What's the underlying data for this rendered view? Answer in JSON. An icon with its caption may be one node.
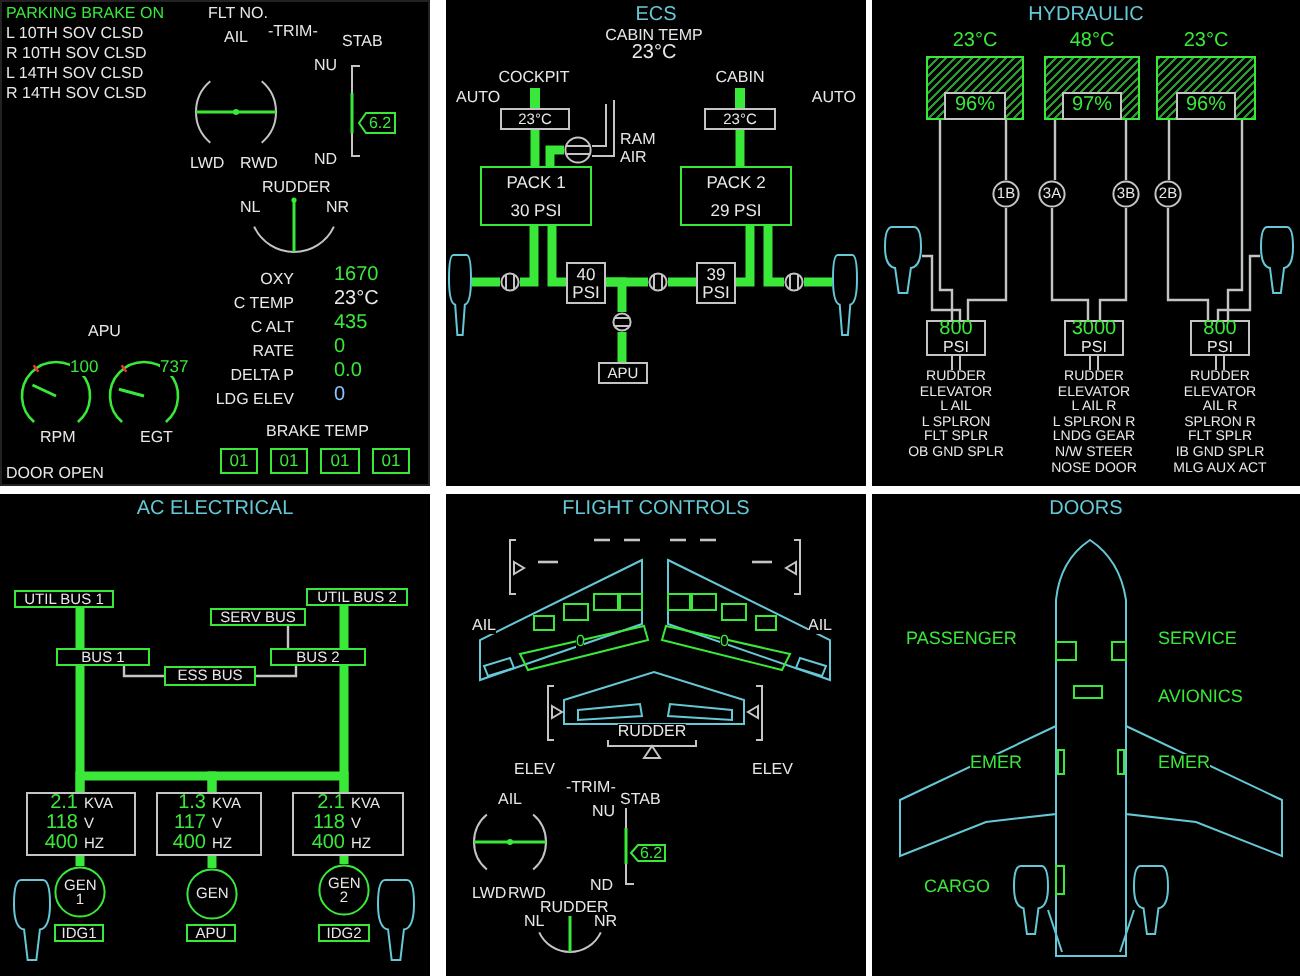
{
  "diagram": {
    "nodes": [
      {
        "text": [],
        "shape": "box"
      },
      {
        "text": [
          "01"
        ],
        "in": 0
      },
      {
        "text": [
          "01"
        ],
        "in": 0
      },
      {
        "text": [
          "01"
        ],
        "in": 0
      },
      {
        "text": [
          "01"
        ],
        "in": 0
      },
      {
        "text": [
          "6.2"
        ],
        "in": 0
      },
      {
        "text": [
          "ECS"
        ]
      },
      {
        "text": [
          "23°C"
        ],
        "in": 6
      },
      {
        "text": [
          "23°C"
        ],
        "in": 6
      },
      {
        "text": [],
        "shape": "circle",
        "in": 6
      },
      {
        "text": [
          "PACK 1",
          "30 PSI"
        ],
        "in": 6
      },
      {
        "text": [
          "PACK 2",
          "29 PSI"
        ],
        "in": 6
      },
      {
        "text": [],
        "shape": "picture",
        "in": 6
      },
      {
        "text": [],
        "shape": "circle",
        "in": 6
      },
      {
        "text": [
          "40 PSI"
        ],
        "in": 6
      },
      {
        "text": [],
        "shape": "circle",
        "in": 6
      },
      {
        "text": [
          "39 PSI"
        ],
        "in": 6
      },
      {
        "text": [],
        "shape": "circle",
        "in": 6
      },
      {
        "text": [],
        "shape": "picture",
        "in": 6
      },
      {
        "text": [],
        "shape": "circle",
        "in": 6
      },
      {
        "text": [
          "APU"
        ],
        "in": 6
      },
      {
        "text": [
          "HYDRAULIC"
        ]
      },
      {
        "text": [
          "96%"
        ],
        "beside": [
          "23°C"
        ],
        "in": 21
      },
      {
        "text": [
          "97%"
        ],
        "beside": [
          "48°C"
        ],
        "in": 21
      },
      {
        "text": [
          "96%"
        ],
        "beside": [
          "23°C"
        ],
        "in": 21
      },
      {
        "text": [
          "1B"
        ],
        "in": 21
      },
      {
        "text": [
          "3A"
        ],
        "in": 21
      },
      {
        "text": [
          "3B"
        ],
        "in": 21
      },
      {
        "text": [
          "2B"
        ],
        "in": 21
      },
      {
        "text": [],
        "shape": "picture",
        "in": 21
      },
      {
        "text": [],
        "shape": "picture",
        "in": 21
      },
      {
        "text": [
          "800",
          "PSI"
        ],
        "in": 21
      },
      {
        "text": [
          "3000",
          "PSI"
        ],
        "in": 21
      },
      {
        "text": [
          "800",
          "PSI"
        ],
        "in": 21
      },
      {
        "text": [
          "AC ELECTRICAL"
        ]
      },
      {
        "text": [
          "UTIL BUS 1"
        ],
        "in": 34
      },
      {
        "text": [
          "UTIL BUS 2"
        ],
        "in": 34
      },
      {
        "text": [
          "SERV BUS"
        ],
        "in": 34
      },
      {
        "text": [
          "BUS 1"
        ],
        "in": 34
      },
      {
        "text": [
          "BUS 2"
        ],
        "in": 34
      },
      {
        "text": [
          "ESS BUS"
        ],
        "in": 34
      },
      {
        "text": [
          "2.1",
          "KVA",
          "118",
          "V",
          "400",
          "HZ"
        ],
        "in": 34
      },
      {
        "text": [
          "1.3",
          "KVA",
          "117",
          "V",
          "400",
          "HZ"
        ],
        "in": 34
      },
      {
        "text": [
          "2.1",
          "KVA",
          "118",
          "V",
          "400",
          "HZ"
        ],
        "in": 34
      },
      {
        "text": [
          "GEN 1"
        ],
        "in": 34
      },
      {
        "text": [
          "GEN"
        ],
        "in": 34
      },
      {
        "text": [
          "GEN 2"
        ],
        "in": 34
      },
      {
        "text": [
          "IDG1"
        ],
        "in": 34
      },
      {
        "text": [
          "APU"
        ],
        "in": 34
      },
      {
        "text": [
          "IDG2"
        ],
        "in": 34
      },
      {
        "text": [
          "FLIGHT CONTROLS"
        ]
      },
      {
        "text": [
          "6.2"
        ],
        "in": 50
      },
      {
        "text": [
          "DOORS"
        ]
      }
    ],
    "edges": [
      {
        "from": 12,
        "to": 13,
        "arrow": "none"
      },
      {
        "from": 13,
        "to": 10,
        "arrow": "none"
      },
      {
        "from": 10,
        "to": 14,
        "arrow": "none"
      },
      {
        "from": 14,
        "to": 15,
        "arrow": "none"
      },
      {
        "from": 15,
        "to": 16,
        "arrow": "none"
      },
      {
        "from": 16,
        "to": 11,
        "arrow": "none"
      },
      {
        "from": 11,
        "to": 17,
        "arrow": "none"
      },
      {
        "from": 17,
        "to": 18,
        "arrow": "none"
      },
      {
        "from": 19,
        "to": 14,
        "arrow": "none"
      },
      {
        "from": 19,
        "to": 20,
        "arrow": "none"
      },
      {
        "from": 7,
        "to": 10,
        "arrow": "none"
      },
      {
        "from": 9,
        "to": 10,
        "arrow": "none"
      },
      {
        "from": 8,
        "to": 11,
        "arrow": "none"
      },
      {
        "from": 22,
        "to": 31,
        "arrow": "none",
        "color": "#c4c4c4"
      },
      {
        "from": 22,
        "to": 25,
        "arrow": "none",
        "color": "#c4c4c4"
      },
      {
        "from": 25,
        "to": 31,
        "arrow": "none",
        "color": "#c4c4c4"
      },
      {
        "from": 29,
        "to": 31,
        "arrow": "none",
        "color": "#c4c4c4"
      },
      {
        "from": 23,
        "to": 26,
        "arrow": "none",
        "color": "#c4c4c4"
      },
      {
        "from": 26,
        "to": 32,
        "arrow": "none",
        "color": "#c4c4c4"
      },
      {
        "from": 23,
        "to": 27,
        "arrow": "none",
        "color": "#c4c4c4"
      },
      {
        "from": 27,
        "to": 32,
        "arrow": "none",
        "color": "#c4c4c4"
      },
      {
        "from": 24,
        "to": 28,
        "arrow": "none",
        "color": "#c4c4c4"
      },
      {
        "from": 28,
        "to": 33,
        "arrow": "none",
        "color": "#c4c4c4"
      },
      {
        "from": 24,
        "to": 33,
        "arrow": "none",
        "color": "#c4c4c4"
      },
      {
        "from": 30,
        "to": 33,
        "arrow": "none",
        "color": "#c4c4c4"
      },
      {
        "from": 35,
        "to": 38,
        "arrow": "none"
      },
      {
        "from": 38,
        "to": 41,
        "arrow": "none"
      },
      {
        "from": 36,
        "to": 39,
        "arrow": "none"
      },
      {
        "from": 39,
        "to": 43,
        "arrow": "none"
      },
      {
        "from": 42,
        "to": 41,
        "arrow": "none"
      },
      {
        "from": 42,
        "to": 43,
        "arrow": "none"
      },
      {
        "from": 41,
        "to": 44,
        "arrow": "none"
      },
      {
        "from": 42,
        "to": 45,
        "arrow": "none"
      },
      {
        "from": 43,
        "to": 46,
        "arrow": "none"
      },
      {
        "from": 38,
        "to": 40,
        "arrow": "none",
        "color": "#c4c4c4"
      },
      {
        "from": 39,
        "to": 40,
        "arrow": "none",
        "color": "#c4c4c4"
      },
      {
        "from": 37,
        "to": 39,
        "arrow": "none",
        "color": "#c4c4c4"
      }
    ],
    "labels": [
      "PARKING BRAKE ON",
      "L 10TH SOV CLSD",
      "R 10TH SOV CLSD",
      "L 14TH SOV CLSD",
      "R 14TH SOV CLSD",
      "FLT NO.",
      "AIL",
      "-TRIM-",
      "STAB",
      "NU",
      "LWD",
      "RWD",
      "ND",
      "RUDDER",
      "NL",
      "NR",
      "OXY",
      "1670",
      "C TEMP",
      "23°C",
      "C ALT",
      "435",
      "RATE",
      "0",
      "DELTA P",
      "0.0",
      "LDG ELEV",
      "0",
      "APU",
      "100",
      "737",
      "RPM",
      "EGT",
      "BRAKE TEMP",
      "DOOR OPEN",
      "CABIN TEMP",
      "23°C",
      "COCKPIT",
      "CABIN",
      "AUTO",
      "AUTO",
      "RAM AIR",
      "RUDDER",
      "ELEVATOR",
      "L AIL",
      "L SPLRON",
      "FLT SPLR",
      "OB GND SPLR",
      "RUDDER",
      "ELEVATOR",
      "L AIL R",
      "L SPLRON R",
      "LNDG GEAR",
      "N/W STEER",
      "NOSE DOOR",
      "RUDDER",
      "ELEVATOR",
      "AIL R",
      "SPLRON R",
      "FLT SPLR",
      "IB GND SPLR",
      "MLG AUX ACT",
      "AIL",
      "AIL",
      "0",
      "0",
      "RUDDER",
      "ELEV",
      "ELEV",
      "-TRIM-",
      "AIL",
      "STAB",
      "NU",
      "ND",
      "LWD",
      "RWD",
      "RUDDER",
      "NL",
      "NR",
      "PASSENGER",
      "SERVICE",
      "AVIONICS",
      "EMER",
      "EMER",
      "CARGO"
    ]
  }
}
